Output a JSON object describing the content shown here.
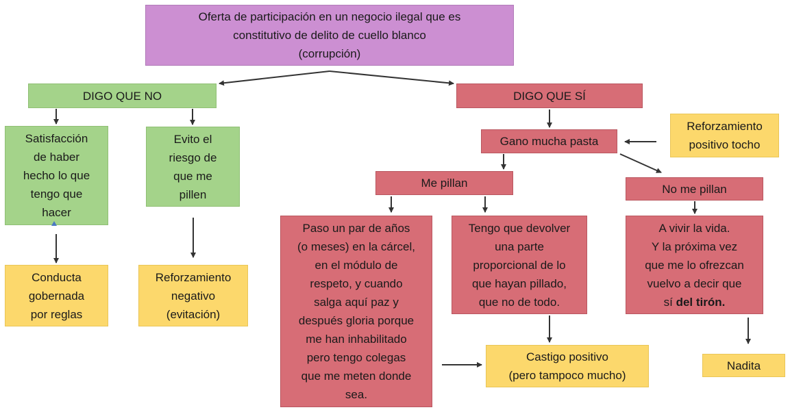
{
  "nodes": {
    "root": {
      "lines": [
        "Oferta de participación en un negocio ilegal que es",
        "constitutivo de delito de cuello blanco",
        "(corrupción)"
      ]
    },
    "no": {
      "lines": [
        "DIGO QUE NO"
      ]
    },
    "si": {
      "lines": [
        "DIGO QUE SÍ"
      ]
    },
    "satisfaccion": {
      "lines": [
        "Satisfacción",
        "de haber",
        "hecho lo que",
        "tengo que",
        "hacer"
      ]
    },
    "evito": {
      "lines": [
        "Evito el",
        "riesgo de",
        "que me",
        "pillen"
      ]
    },
    "conducta": {
      "lines": [
        "Conducta",
        "gobernada",
        "por reglas"
      ]
    },
    "ref_negativo": {
      "lines": [
        "Reforzamiento",
        "negativo",
        "(evitación)"
      ]
    },
    "gano": {
      "lines": [
        "Gano mucha pasta"
      ]
    },
    "ref_positivo": {
      "lines": [
        "Reforzamiento",
        "positivo tocho"
      ]
    },
    "me_pillan": {
      "lines": [
        "Me pillan"
      ]
    },
    "no_me_pillan": {
      "lines": [
        "No me pillan"
      ]
    },
    "carcel": {
      "lines": [
        "Paso un par de años",
        "(o meses) en la cárcel,",
        "en el módulo de",
        "respeto, y cuando",
        "salga aquí paz y",
        "después gloria porque",
        "me han inhabilitado",
        "pero tengo colegas",
        "que me meten donde",
        "sea."
      ]
    },
    "devolver": {
      "lines": [
        "Tengo que devolver",
        "una parte",
        "proporcional de lo",
        "que hayan pillado,",
        "que no de todo."
      ]
    },
    "vivir": {
      "lines": [
        "A vivir la vida.",
        "Y la próxima vez",
        "que me lo ofrezcan",
        "vuelvo a decir que"
      ],
      "last_prefix": "sí ",
      "last_bold": "del tirón."
    },
    "castigo": {
      "lines": [
        "Castigo positivo",
        "(pero tampoco mucho)"
      ]
    },
    "nadita": {
      "lines": [
        "Nadita"
      ]
    }
  },
  "colors": {
    "purple": "#cc8fd2",
    "green": "#a4d38a",
    "red": "#d76d76",
    "yellow": "#fcd86c",
    "arrow": "#333333"
  }
}
